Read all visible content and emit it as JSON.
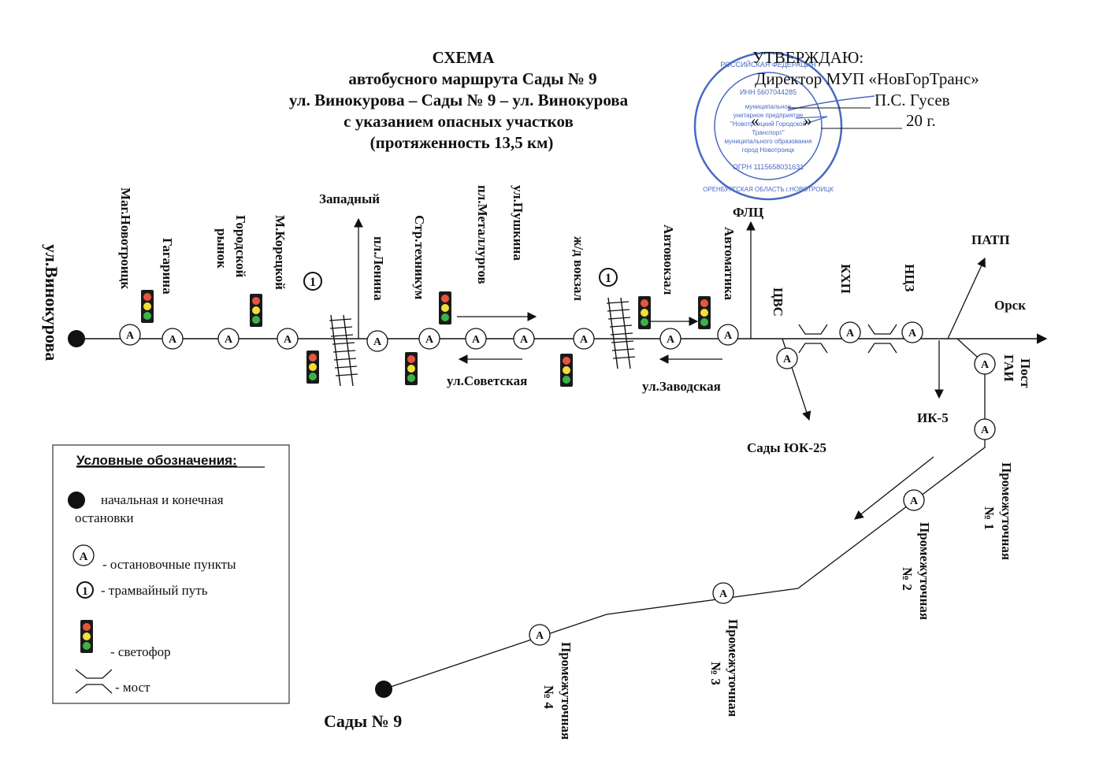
{
  "title": {
    "line1": "СХЕМА",
    "line2": "автобусного маршрута Сады № 9",
    "line3": "ул. Винокурова – Сады № 9 – ул. Винокурова",
    "line4": "с указанием опасных участков",
    "line5": "(протяженность 13,5   км)"
  },
  "approval": {
    "heading": "УТВЕРЖДАЮ:",
    "position": "Директор МУП «НовГорТранс»",
    "signature_name": "П.С. Гусев",
    "date_quote": "«",
    "date_quote_close": "»",
    "date_year": "20    г."
  },
  "stamp": {
    "outer_top": "РОССИЙСКАЯ ФЕДЕРАЦИЯ",
    "inn": "ИНН 5607044285",
    "line1": "муниципальное",
    "line2": "унитарное предприятие",
    "line3": "\"Новотроицкий Городской",
    "line4": "Транспорт\"",
    "line5": "муниципального образования",
    "line6": "город Новотроицк",
    "ogrn": "ОГРН 1115658031631",
    "outer_bottom": "ОРЕНБУРГСКАЯ ОБЛАСТЬ г.НОВОТРОИЦК",
    "color": "#2a4fb8"
  },
  "map": {
    "start_label": "ул.Винокурова",
    "end_label": "Сады № 9",
    "stops": [
      "Маг.Новотроицк",
      "Гагарина",
      "Городской рынок",
      "М.Корецкой",
      "пл.Ленина",
      "Стр.техникум",
      "пл.Металлургов",
      "ул.Пушкина",
      "ж/д вокзал",
      "Автовокзал",
      "Автоматика",
      "ЦВС",
      "КХП",
      "НЦЗ",
      "Пост ГАИ",
      "Промежуточная № 1",
      "Промежуточная № 2",
      "Промежуточная № 3",
      "Промежуточная № 4"
    ],
    "stop_labels": {
      "mag": "Маг.Новотроицк",
      "gagarina": "Гагарина",
      "rynok1": "Городской",
      "rynok2": "рынок",
      "koretskoy": "М.Корецкой",
      "lenina": "пл.Ленина",
      "tekhnikum": "Стр.техникум",
      "metallurgov": "пл.Металлургов",
      "pushkina": "ул.Пушкина",
      "vokzal": "ж/д вокзал",
      "avtovokzal": "Автовокзал",
      "avtomatika": "Автоматика",
      "tsvs": "ЦВС",
      "khp": "КХП",
      "ntsz": "НЦЗ",
      "gai1": "Пост",
      "gai2": "ГАИ",
      "pr_word": "Промежуточная",
      "n1": "№ 1",
      "n2": "№ 2",
      "n3": "№ 3",
      "n4": "№ 4"
    },
    "directions": {
      "zapadny": "Западный",
      "flc": "ФЛЦ",
      "patp": "ПАТП",
      "orsk": "Орск",
      "ik5": "ИК-5",
      "sady_yuk": "Сады ЮК-25",
      "sovetskaya": "ул.Советская",
      "zavodskaya": "ул.Заводская"
    },
    "stop_symbol": "А",
    "tram_symbol": "1",
    "traffic_light_colors": {
      "red": "#e8553f",
      "yellow": "#f2e03a",
      "green": "#3cb34a",
      "body": "#1a1a1a"
    }
  },
  "legend": {
    "title": "Условные обозначения:",
    "items": [
      {
        "icon": "terminal-stop-icon",
        "text1": "начальная и конечная",
        "text2": "остановки"
      },
      {
        "icon": "bus-stop-icon",
        "text1": "- остановочные  пункты"
      },
      {
        "icon": "tram-track-icon",
        "text1": "- трамвайный путь"
      },
      {
        "icon": "traffic-light-icon",
        "text1": "- светофор"
      },
      {
        "icon": "bridge-icon",
        "text1": "- мост"
      }
    ]
  }
}
